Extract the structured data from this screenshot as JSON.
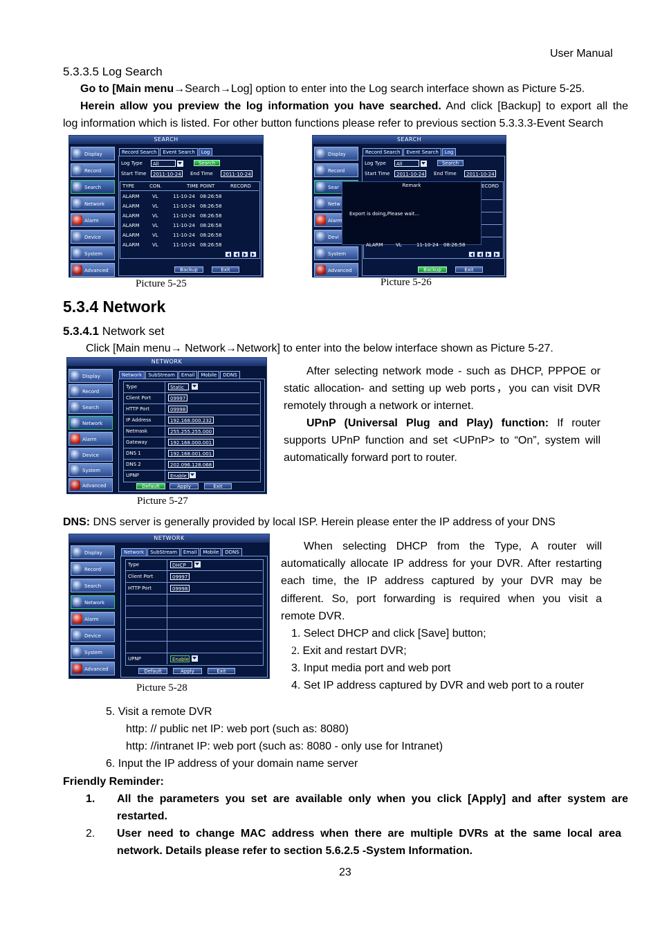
{
  "header": {
    "title": "User  Manual"
  },
  "log_search": {
    "heading": "5.3.3.5 Log Search",
    "p1_bold": "Go to [Main menu",
    "p1_arrow1": "→",
    "p1_mid": "Search",
    "p1_arrow2": "→",
    "p1_rest": "Log] option to enter into the Log search interface shown as Picture 5-25.",
    "p2_bold": "Herein allow you preview the log information you have searched.",
    "p2_rest": " And click [Backup] to export all the",
    "p2_line2": "log information which is listed. For other button functions please refer to previous section 5.3.3.3-Event Search"
  },
  "fig25": {
    "caption": "Picture 5-25",
    "title": "SEARCH",
    "tabs": [
      "Record Search",
      "Event Search",
      "Log"
    ],
    "log_type_label": "Log Type",
    "log_type_value": "All",
    "search_btn": "Search",
    "start_label": "Start Time",
    "start_value": "2011-10-24",
    "end_label": "End Time",
    "end_value": "2011-10-24",
    "col_type": "TYPE",
    "col_con": "CON.",
    "col_time": "TIME POINT",
    "col_record": "RECORD",
    "row_type": "ALARM",
    "row_con": "VL",
    "row_date": "11-10-24",
    "row_time": "08:26:58",
    "backup_btn": "Backup",
    "exit_btn": "Exit"
  },
  "fig26": {
    "caption": "Picture 5-26",
    "remark_title": "Remark",
    "remark_text": "Export is doing,Please wait...",
    "col_record_partial": "ECORD",
    "search_tab_partial": "Sear",
    "network_partial": "Netw",
    "alarm_partial": "Alarm",
    "device_partial": "Devi"
  },
  "sidebar": [
    "Display",
    "Record",
    "Search",
    "Network",
    "Alarm",
    "Device",
    "System",
    "Advanced"
  ],
  "network": {
    "heading": "5.3.4 Network",
    "sub_num": "5.3.4.1",
    "sub_title": " Network set",
    "intro": "Click [Main menu→ Network→Network] to enter into the below interface shown as Picture 5-27.",
    "right_p1_l1": "After selecting network mode - such as DHCP, PPPOE or",
    "right_p1_l2": "static allocation- and setting up web ports，you can visit DVR",
    "right_p1_l3": "remotely through a network or internet.",
    "upnp_bold": "UPnP  (Universal  Plug  and  Play)  function:",
    "upnp_rest": "  If  router",
    "upnp_l2": "supports UPnP function and set <UPnP> to “On”, system will",
    "upnp_l3": "automatically forward port to router."
  },
  "fig27": {
    "caption": "Picture 5-27",
    "title": "NETWORK",
    "tabs": [
      "Network",
      "SubStream",
      "Email",
      "Mobile",
      "DDNS"
    ],
    "rows": [
      {
        "label": "Type",
        "value": "Static"
      },
      {
        "label": "Client Port",
        "value": "09997"
      },
      {
        "label": "HTTP Port",
        "value": "09998"
      },
      {
        "label": "IP Address",
        "value": "192.168.000.232"
      },
      {
        "label": "Netmask",
        "value": "255.255.255.000"
      },
      {
        "label": "Gateway",
        "value": "192.168.000.001"
      },
      {
        "label": "DNS 1",
        "value": "192.168.001.001"
      },
      {
        "label": "DNS 2",
        "value": "202.096.128.068"
      },
      {
        "label": "UPNP",
        "value": "Enable"
      }
    ],
    "btn_default": "Default",
    "btn_apply": "Apply",
    "btn_exit": "Exit"
  },
  "dns": {
    "bold": "DNS:",
    "text": " DNS server is generally provided by local ISP. Herein please enter the IP address of your DNS"
  },
  "fig28": {
    "caption": "Picture 5-28",
    "rows": [
      {
        "label": "Type",
        "value": "DHCP"
      },
      {
        "label": "Client Port",
        "value": "09997"
      },
      {
        "label": "HTTP Port",
        "value": "09998"
      }
    ],
    "upnp_label": "UPNP",
    "upnp_value": "Enable"
  },
  "dhcp": {
    "l1": "When  selecting  DHCP  from  the  Type,  A  router  will",
    "l2": "automatically allocate IP address for your DVR. After restarting",
    "l3": "each  time,  the  IP  address  captured  by  your  DVR  may  be",
    "l4": "different.  So,  port  forwarding  is  required  when  you  visit  a",
    "l5": "remote DVR.",
    "s1": "1. Select DHCP and click [Save] button;",
    "s2_num": "2.",
    "s2": " Exit and restart DVR;",
    "s3": "3. Input media port and web port",
    "s4": "4. Set IP address captured by DVR and web port to a router",
    "s5": "5. Visit a remote DVR",
    "s5a": "http: // public net IP: web port (such as: 8080)",
    "s5b": "http: //intranet IP: web port (such as: 8080 - only use for Intranet)",
    "s6": "6. Input the IP address of your domain name server"
  },
  "reminder": {
    "title": "Friendly Reminder:",
    "n1": "1.",
    "r1_l1": "All  the  parameters  you  set  are  available  only  when  you  click  [Apply]  and  after  system  are",
    "r1_l2": "restarted.",
    "n2": "2.",
    "r2_l1": "User  need  to  change  MAC  address  when  there  are  multiple  DVRs  at  the  same  local  area",
    "r2_l2": "network. Details please refer to section 5.6.2.5 -System Information."
  },
  "footer": {
    "page_number": "23"
  }
}
